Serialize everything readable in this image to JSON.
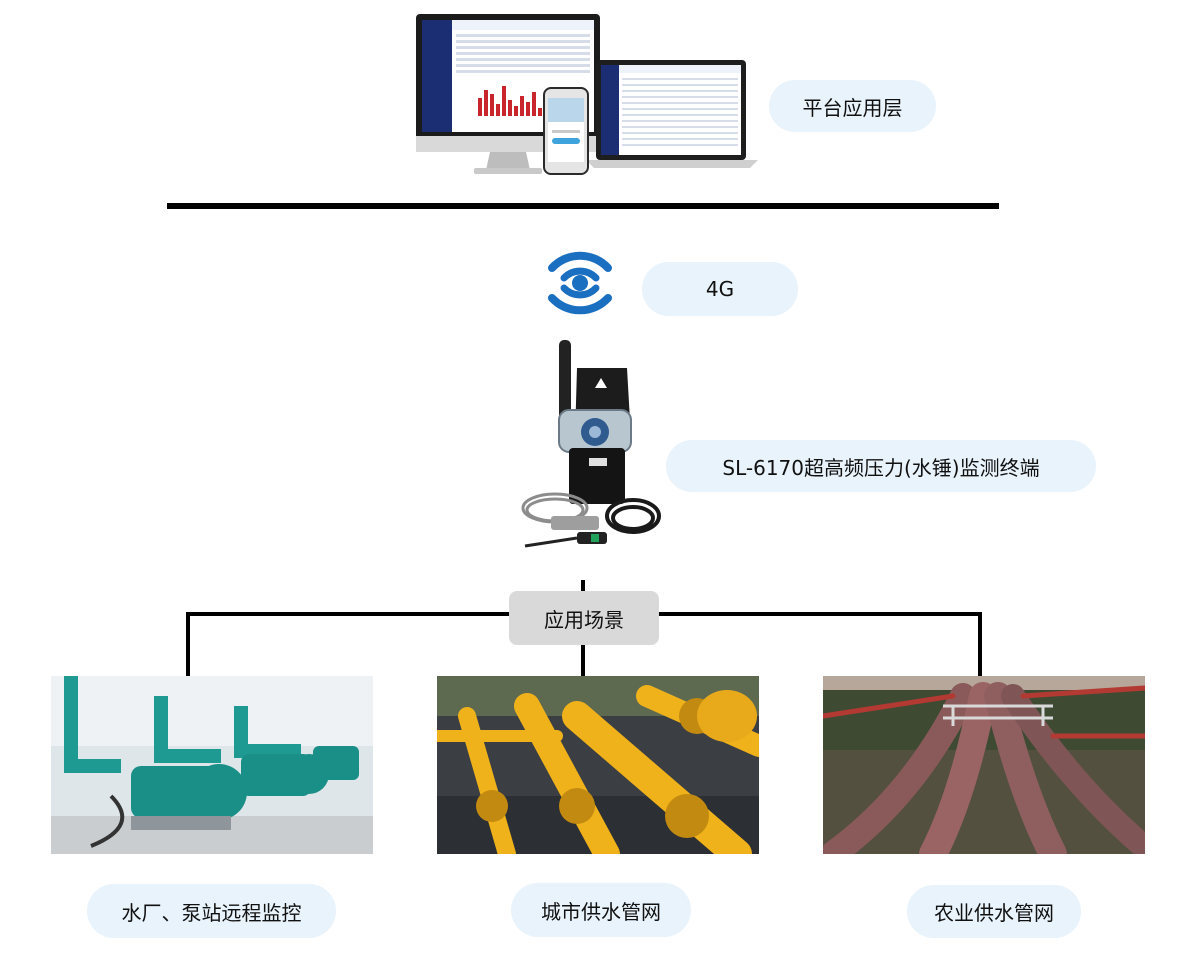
{
  "layers": {
    "platform_label": "平台应用层",
    "network_label": "4G",
    "terminal_label": "SL-6170超高频压力(水锤)监测终端"
  },
  "hub": {
    "label": "应用场景"
  },
  "scenarios": [
    {
      "label": "水厂、泵站远程监控"
    },
    {
      "label": "城市供水管网"
    },
    {
      "label": "农业供水管网"
    }
  ],
  "colors": {
    "pill_bg": "#e8f3fb",
    "hub_bg": "#d9d9d9",
    "signal_blue": "#1a6fc0",
    "line": "#000000"
  },
  "icons": {
    "network": "wireless-signal-icon"
  }
}
